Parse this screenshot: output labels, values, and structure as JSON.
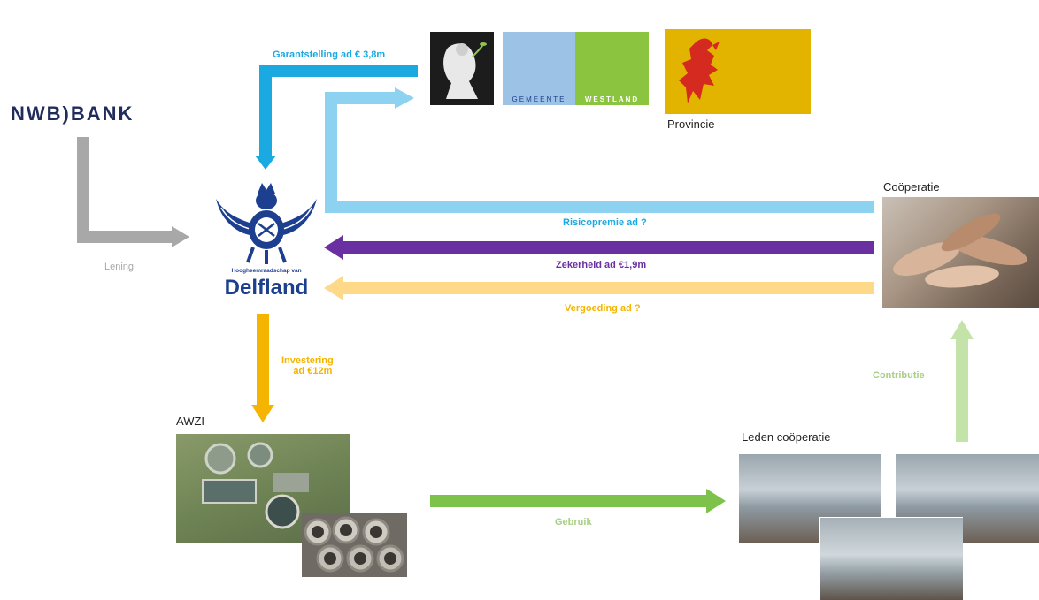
{
  "logos": {
    "nwb_bank": "NWB)BANK",
    "delfland_small": "Hoogheemraadschap van",
    "delfland_big": "Delfland",
    "westland_gemeente": "GEMEENTE",
    "westland_name": "WESTLAND"
  },
  "captions": {
    "provincie": "Provincie",
    "cooperatie": "Coöperatie",
    "awzi": "AWZI",
    "leden": "Leden coöperatie"
  },
  "flows": {
    "garantstelling": "Garantstelling ad € 3,8m",
    "risicopremie": "Risicopremie ad ?",
    "zekerheid": "Zekerheid ad €1,9m",
    "vergoeding": "Vergoeding ad ?",
    "lening": "Lening",
    "investering_1": "Investering",
    "investering_2": "ad €12m",
    "contributie": "Contributie",
    "gebruik": "Gebruik"
  },
  "colors": {
    "garantstelling": "#1aa9e0",
    "risicopremie": "#8ed2f2",
    "zekerheid": "#6a2fa0",
    "vergoeding": "#ffd98a",
    "lening": "#a8a8a8",
    "investering": "#f5b400",
    "contributie": "#c4e3a8",
    "gebruik": "#7dc34b",
    "delfland_blue": "#1d3f8f",
    "provincie_gold": "#e2b400",
    "provincie_lion": "#d42a1f"
  }
}
